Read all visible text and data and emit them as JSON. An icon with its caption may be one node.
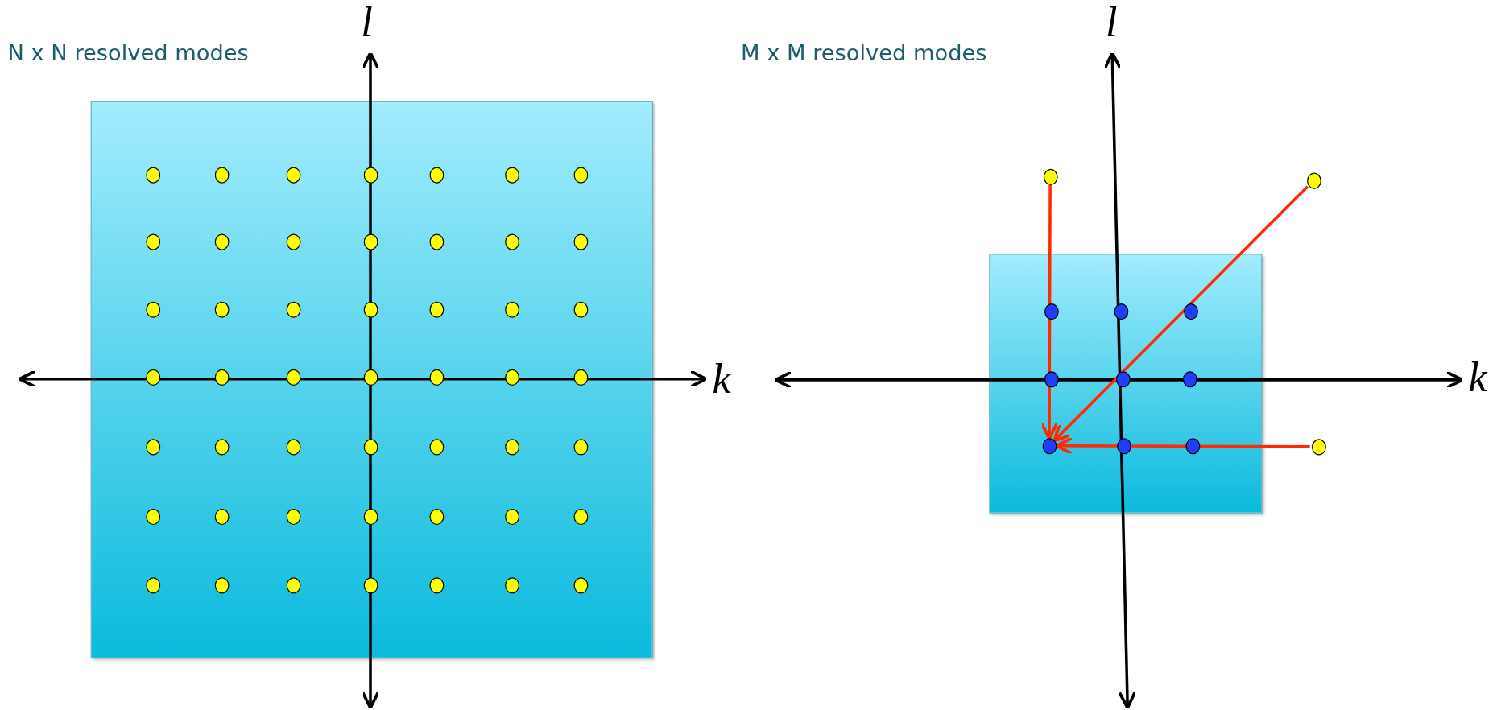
{
  "diagram": {
    "nodes": [
      {
        "text": [],
        "shape": "circle"
      },
      {
        "text": [],
        "shape": "circle"
      },
      {
        "text": [],
        "shape": "circle"
      },
      {
        "text": [],
        "shape": "circle"
      }
    ],
    "edges": [
      {
        "from": 0,
        "to": 2,
        "arrow": "to"
      },
      {
        "from": 1,
        "to": 2,
        "arrow": "to"
      },
      {
        "from": 3,
        "to": 2,
        "arrow": "to"
      }
    ],
    "labels": [
      "N x N resolved modes",
      "l",
      "M x M resolved modes",
      "l",
      "k",
      "k"
    ]
  }
}
